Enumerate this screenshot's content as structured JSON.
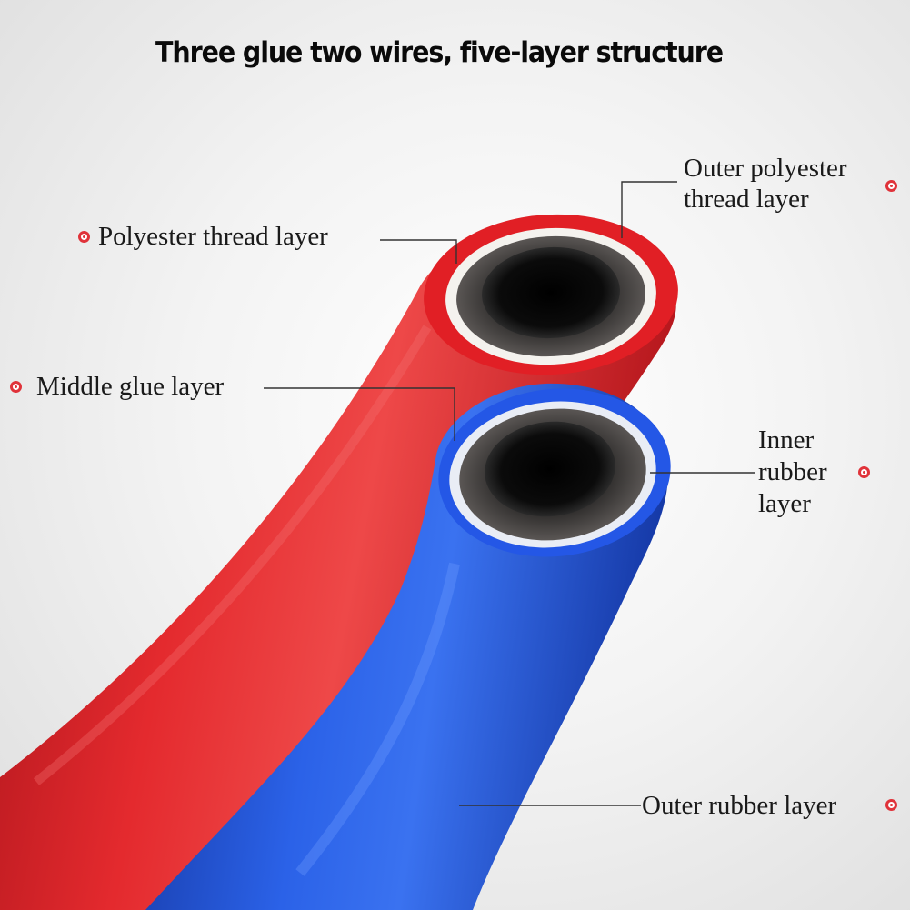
{
  "title": "Three glue two wires, five-layer structure",
  "labels": {
    "outer_polyester": [
      "Outer polyester",
      "thread layer"
    ],
    "polyester": "Polyester thread layer",
    "middle_glue": "Middle glue layer",
    "inner_rubber": [
      "Inner",
      "rubber",
      "layer"
    ],
    "outer_rubber": "Outer rubber layer"
  },
  "colors": {
    "red_hose": "#e21f26",
    "blue_hose": "#1f4ed8",
    "marker": "#e0333a",
    "leader_line": "#333333"
  },
  "icons": {
    "marker": "circle-bullet-icon"
  }
}
